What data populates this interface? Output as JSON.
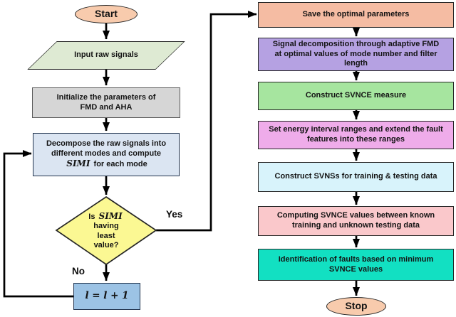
{
  "diagram": {
    "type": "flowchart",
    "nodes": {
      "start": {
        "label": "Start"
      },
      "input_raw_signals": {
        "label": "Input raw signals"
      },
      "initialize": {
        "lines": [
          "Initialize the parameters of",
          "FMD and AHA"
        ]
      },
      "decompose": {
        "lines": [
          "Decompose the raw signals into",
          "different modes and compute"
        ],
        "math": "SIMI",
        "math_suffix": "for each mode"
      },
      "decision": {
        "prefix": "Is",
        "math": "SIMI",
        "lines": [
          "having",
          "least",
          "value?"
        ]
      },
      "increment": {
        "math": "l = l + 1"
      },
      "save_parameters": {
        "label": "Save the optimal parameters"
      },
      "signal_decomposition": {
        "lines": [
          "Signal decomposition through adaptive FMD",
          "at optimal values of mode number and filter",
          "length"
        ]
      },
      "construct_svnce": {
        "label": "Construct SVNCE measure"
      },
      "set_energy": {
        "lines": [
          "Set energy interval ranges and extend the fault",
          "features into these ranges"
        ]
      },
      "construct_svns": {
        "label": "Construct SVNSs for training & testing data"
      },
      "computing_svnce": {
        "lines": [
          "Computing SVNCE values between known",
          "training and unknown testing data"
        ]
      },
      "identification": {
        "lines": [
          "Identification of faults based on minimum",
          "SVNCE values"
        ]
      },
      "stop": {
        "label": "Stop"
      }
    },
    "edge_labels": {
      "yes": "Yes",
      "no": "No"
    },
    "colors": {
      "start_fill": "#F8CBAD",
      "input_fill": "#DEEAD3",
      "initialize_fill": "#D6D6D6",
      "decompose_fill": "#DBE5F2",
      "decision_fill": "#FBF893",
      "increment_fill": "#9CC3E5",
      "save_fill": "#F5BCA3",
      "signal_fill": "#B5A1E2",
      "construct_svnce_fill": "#A6E59F",
      "set_energy_fill": "#EFACEA",
      "construct_svns_fill": "#D8F3FB",
      "computing_fill": "#FAC8CB",
      "identification_fill": "#12E0C2",
      "stop_fill": "#F8CBAD",
      "arrow": "#000000"
    }
  }
}
